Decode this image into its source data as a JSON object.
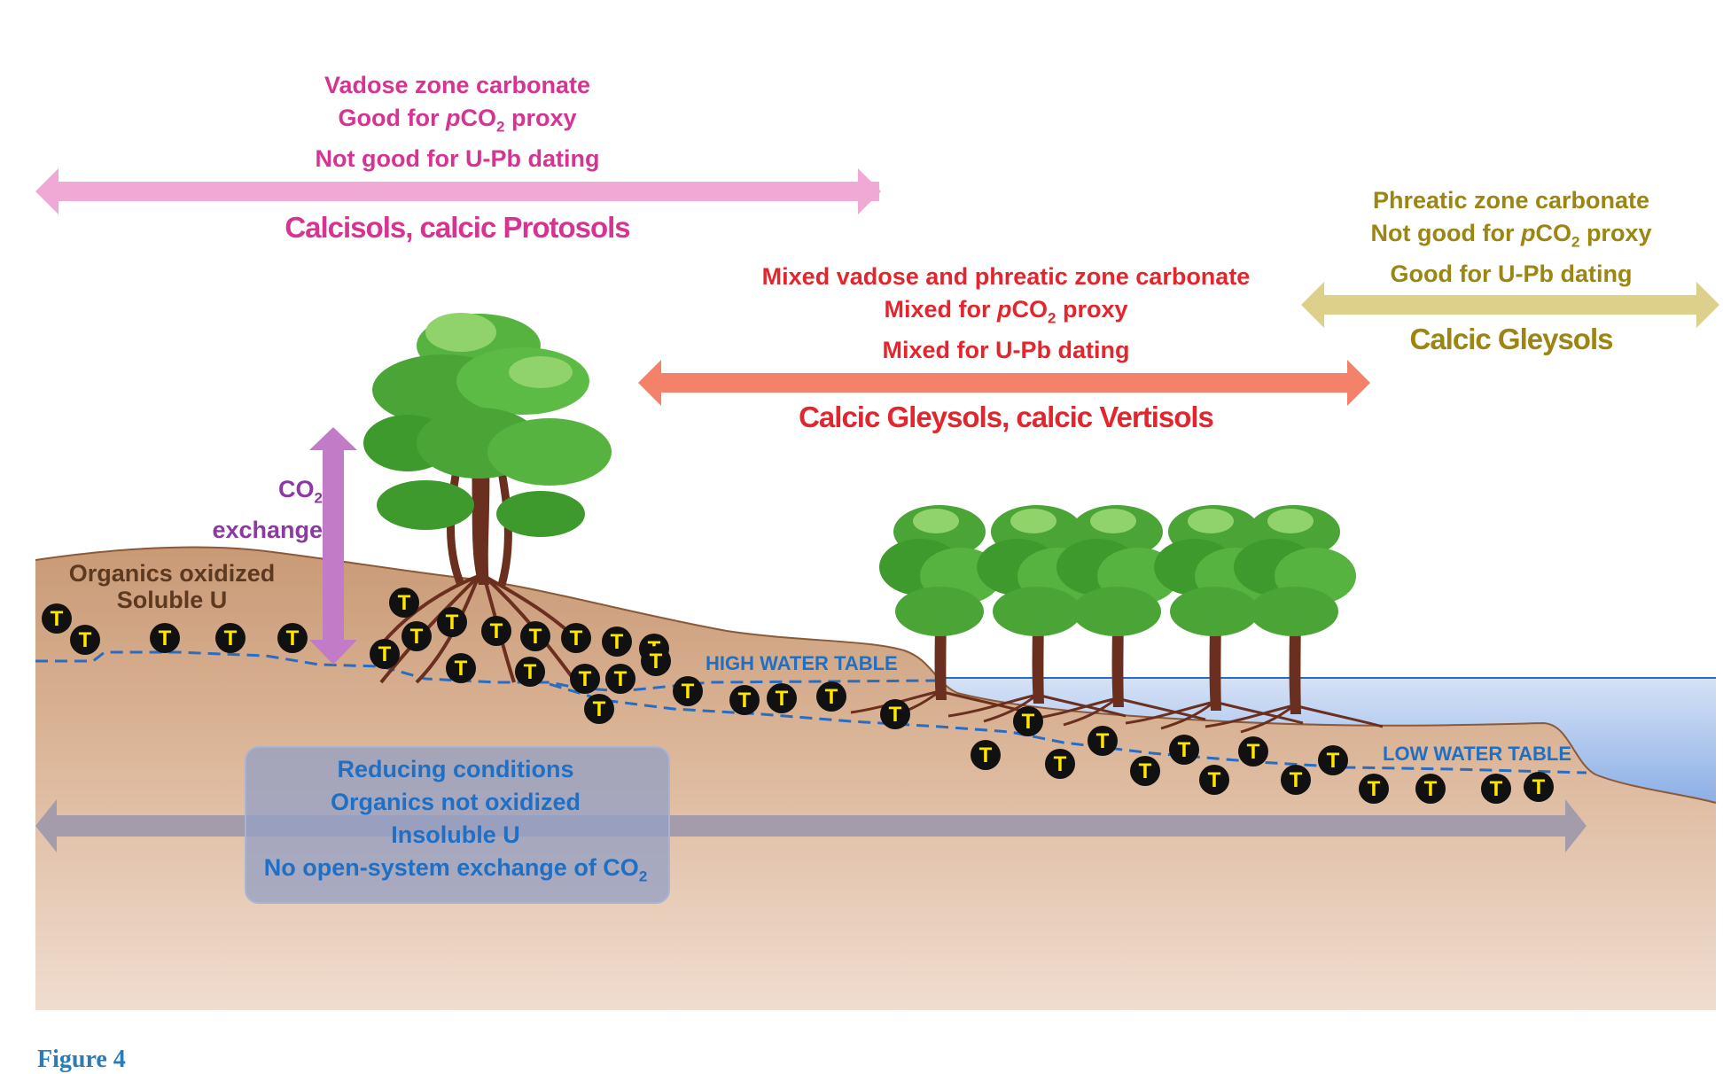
{
  "vadose": {
    "lines": [
      "Vadose zone carbonate",
      "Good for ",
      "pCO",
      "2",
      " proxy",
      "Not good for U-Pb dating"
    ],
    "line1": "Vadose zone carbonate",
    "line2_pre": "Good for ",
    "line2_p": "p",
    "line2_co": "CO",
    "line2_sub": "2",
    "line2_post": " proxy",
    "line3": "Not good for U-Pb dating",
    "soil": "Calcisols, calcic Protosols",
    "color": "#d63393",
    "arrow_color": "#f0a8d4"
  },
  "mixed": {
    "line1": "Mixed vadose and phreatic zone carbonate",
    "line2_pre": "Mixed for ",
    "line2_p": "p",
    "line2_co": "CO",
    "line2_sub": "2",
    "line2_post": " proxy",
    "line3": "Mixed for U-Pb dating",
    "soil": "Calcic Gleysols, calcic Vertisols",
    "color": "#e3262d",
    "arrow_color": "#f4826b"
  },
  "phreatic": {
    "line1": "Phreatic zone carbonate",
    "line2_pre": "Not good for ",
    "line2_p": "p",
    "line2_co": "CO",
    "line2_sub": "2",
    "line2_post": " proxy",
    "line3": "Good for U-Pb dating",
    "soil": "Calcic Gleysols",
    "color": "#9b8614",
    "arrow_color": "#ddd08a"
  },
  "co2_exchange": {
    "co": "CO",
    "sub": "2",
    "word": "exchange",
    "color": "#8b3aa3",
    "arrow_color": "#c27cc7"
  },
  "oxidized": {
    "line1": "Organics oxidized",
    "line2": "Soluble U"
  },
  "water_tables": {
    "high": "HIGH WATER TABLE",
    "low": "LOW WATER TABLE"
  },
  "reducing": {
    "line1": "Reducing conditions",
    "line2": "Organics not oxidized",
    "line3": "Insoluble U",
    "line4_pre": "No open-system exchange of CO",
    "line4_sub": "2"
  },
  "marker_symbol": "T",
  "figure_caption": "Figure 4",
  "colors": {
    "soil_top": "#c99a76",
    "soil_bottom": "#ecd5c5",
    "water": "#9cb8e8",
    "water_table": "#2a6cc0",
    "tree_leaf": "#4aa536",
    "tree_trunk": "#6b2f1f",
    "marker_fill": "#111111",
    "marker_text": "#ffe600",
    "reducing_arrow": "#a49cab"
  }
}
